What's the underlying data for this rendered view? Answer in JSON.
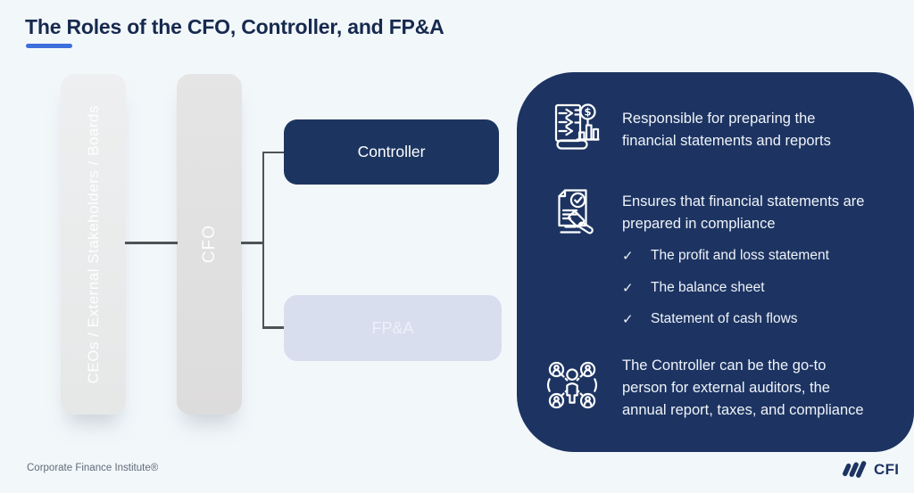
{
  "title": "The Roles of the CFO, Controller, and FP&A",
  "org_chart": {
    "pillar_boards": "CEOs / External Stakeholders / Boards",
    "pillar_cfo": "CFO",
    "node_controller": "Controller",
    "node_fpa": "FP&A"
  },
  "panel": {
    "item1": {
      "icon": "financial-statements-icon",
      "text": "Responsible for preparing the\nfinancial statements and reports"
    },
    "item2": {
      "icon": "compliance-gavel-icon",
      "text": "Ensures that financial statements are\nprepared in compliance",
      "checklist": [
        "The profit and loss statement",
        "The balance sheet",
        "Statement of cash flows"
      ]
    },
    "item3": {
      "icon": "stakeholders-network-icon",
      "text": "The Controller can be the go-to\nperson for external auditors, the\nannual report, taxes, and compliance"
    },
    "check_glyph": "✓"
  },
  "footer": {
    "text": "Corporate Finance Institute®",
    "brand": "CFI"
  },
  "colors": {
    "background": "#f2f7fa",
    "title": "#16294e",
    "accent_underline": "#3d6edb",
    "panel_navy": "#1d3462",
    "controller_navy": "#1c3560",
    "fpa_bg": "#d9deee",
    "pillar_light": "#eaebec",
    "pillar_dark": "#e0dfdf",
    "connector_line": "#4f5357"
  }
}
